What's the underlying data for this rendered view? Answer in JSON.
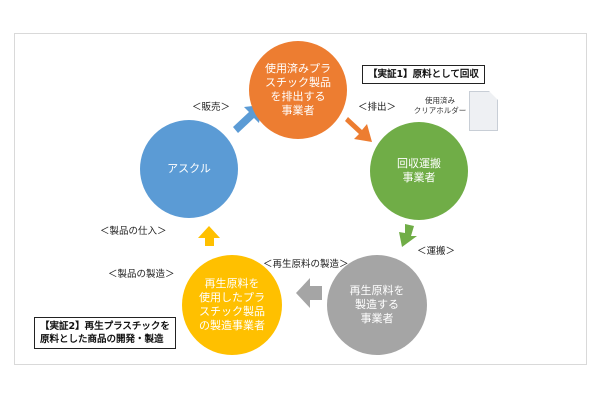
{
  "nodes": {
    "emitter": {
      "label": "使用済みプラ\nスチック製品\nを排出する\n事業者",
      "color": "#ed7d31"
    },
    "transport": {
      "label": "回収運搬\n事業者",
      "color": "#70ad47"
    },
    "recycler": {
      "label": "再生原料を\n製造する\n事業者",
      "color": "#a5a5a5"
    },
    "maker": {
      "label": "再生原料を\n使用したプラ\nスチック製品\nの製造事業者",
      "color": "#ffc000"
    },
    "askul": {
      "label": "アスクル",
      "color": "#5b9bd5"
    }
  },
  "labels": {
    "sales": "＜販売＞",
    "discharge": "＜排出＞",
    "transport": "＜運搬＞",
    "recycled_mfg": "＜再生原料の製造＞",
    "purchase": "＜製品の仕入＞",
    "product_mfg": "＜製品の製造＞"
  },
  "demo1": "【実証1】原料として回収",
  "demo2": "【実証2】再生プラスチックを\n原料とした商品の開発・製造",
  "clear_folder_label": "使用済み\nクリアホルダー"
}
